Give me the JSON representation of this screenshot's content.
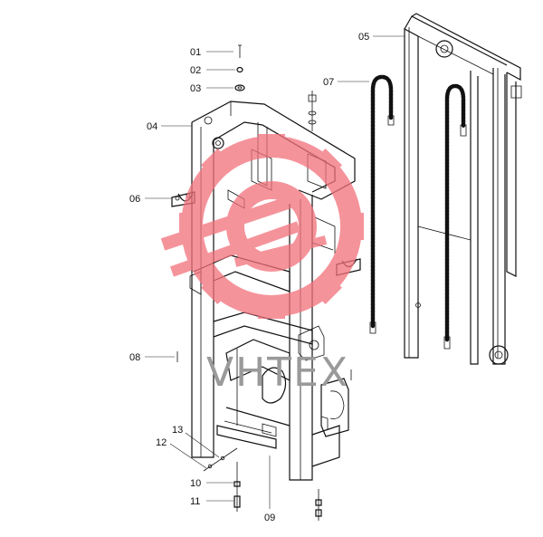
{
  "diagram": {
    "callouts": {
      "c01": "01",
      "c02": "02",
      "c03": "03",
      "c04": "04",
      "c05": "05",
      "c06": "06",
      "c07": "07",
      "c08": "08",
      "c09": "09",
      "c10": "10",
      "c11": "11",
      "c12": "12",
      "c13": "13"
    },
    "watermark": {
      "text": "VHTEX",
      "logo_color": "#f2707a",
      "text_color": "#9a9a9a"
    }
  }
}
